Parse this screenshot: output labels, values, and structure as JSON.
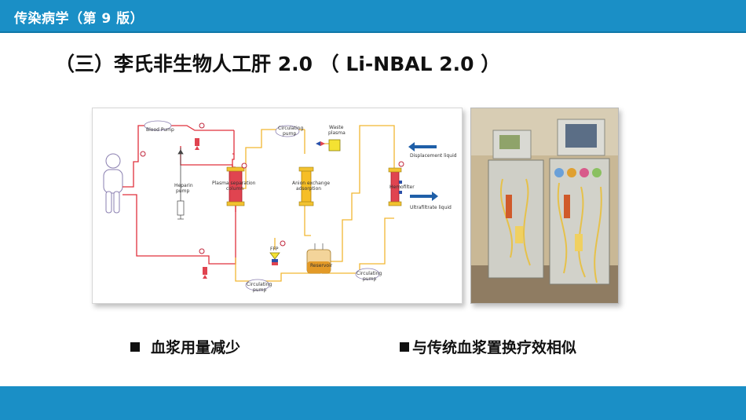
{
  "header": {
    "book_title": "传染病学（第 9 版）"
  },
  "slide": {
    "title": "（三）李氏非生物人工肝 2.0 （ Li-NBAL 2.0 ）"
  },
  "diagram": {
    "labels": {
      "blood_pump": "Blood Pump",
      "heparin_line1": "Heparin",
      "heparin_line2": "pump",
      "plasma_col_line1": "Plasma separation",
      "plasma_col_line2": "column",
      "anion_line1": "Anion exchange",
      "anion_line2": "adsorption",
      "circ_pump_top_line1": "Circulating",
      "circ_pump_top_line2": "pump",
      "waste_line1": "Waste",
      "waste_line2": "plasma",
      "hemofilter": "Hemofilter",
      "displacement": "Displacement liquid",
      "ultrafiltrate": "Ultrafiltrate liquid",
      "ffp": "FFP",
      "reservoir": "Reservoir",
      "circ_pump_bottom_line1": "Circulating",
      "circ_pump_bottom_line2": "pump",
      "circ_pump_right_line1": "Circulating",
      "circ_pump_right_line2": "pump"
    }
  },
  "bullets": [
    {
      "text": "血浆用量减少"
    },
    {
      "text": "与传统血浆置换疗效相似"
    }
  ],
  "colors": {
    "header_bar": "#1a8fc6",
    "blood_line": "#e0303c",
    "plasma_line": "#f2b632",
    "arrow_blue": "#1f5fa8"
  }
}
